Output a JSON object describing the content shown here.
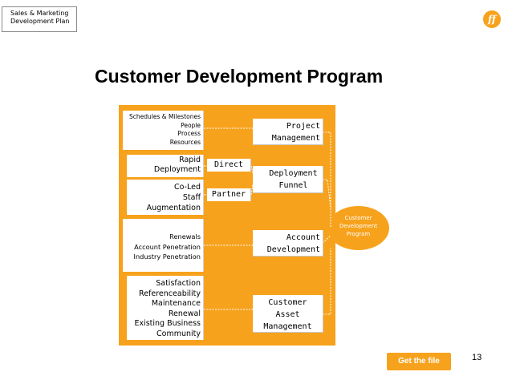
{
  "header": {
    "line1": "Sales & Marketing",
    "line2": "Development Plan",
    "logo_text": "ff"
  },
  "title": "Customer Development Program",
  "left_boxes": [
    {
      "lines": [
        "Schedules & Milestones",
        "People",
        "Process",
        "Resources"
      ]
    },
    {
      "lines": [
        "Rapid",
        "Deployment"
      ]
    },
    {
      "lines": [
        "Co-Led",
        "Staff",
        "Augmentation"
      ]
    },
    {
      "lines": [
        "Renewals",
        "Account Penetration",
        "Industry Penetration"
      ]
    },
    {
      "lines": [
        "Satisfaction",
        "Referenceability",
        "Maintenance",
        "Renewal",
        "Existing Business",
        "Community"
      ]
    }
  ],
  "middle_boxes": {
    "direct": "Direct",
    "partner": "Partner"
  },
  "right_boxes": [
    {
      "lines": [
        "Project",
        "Management"
      ]
    },
    {
      "lines": [
        "Deployment",
        "Funnel"
      ]
    },
    {
      "lines": [
        "Account",
        "Development"
      ]
    },
    {
      "lines": [
        "Customer",
        "Asset",
        "Management"
      ]
    }
  ],
  "hub": {
    "lines": [
      "Customer",
      "Development",
      "Program"
    ]
  },
  "footer": {
    "get_file": "Get the file",
    "page_number": "13"
  },
  "colors": {
    "accent": "#f7a21c",
    "connector": "#ffffff"
  }
}
